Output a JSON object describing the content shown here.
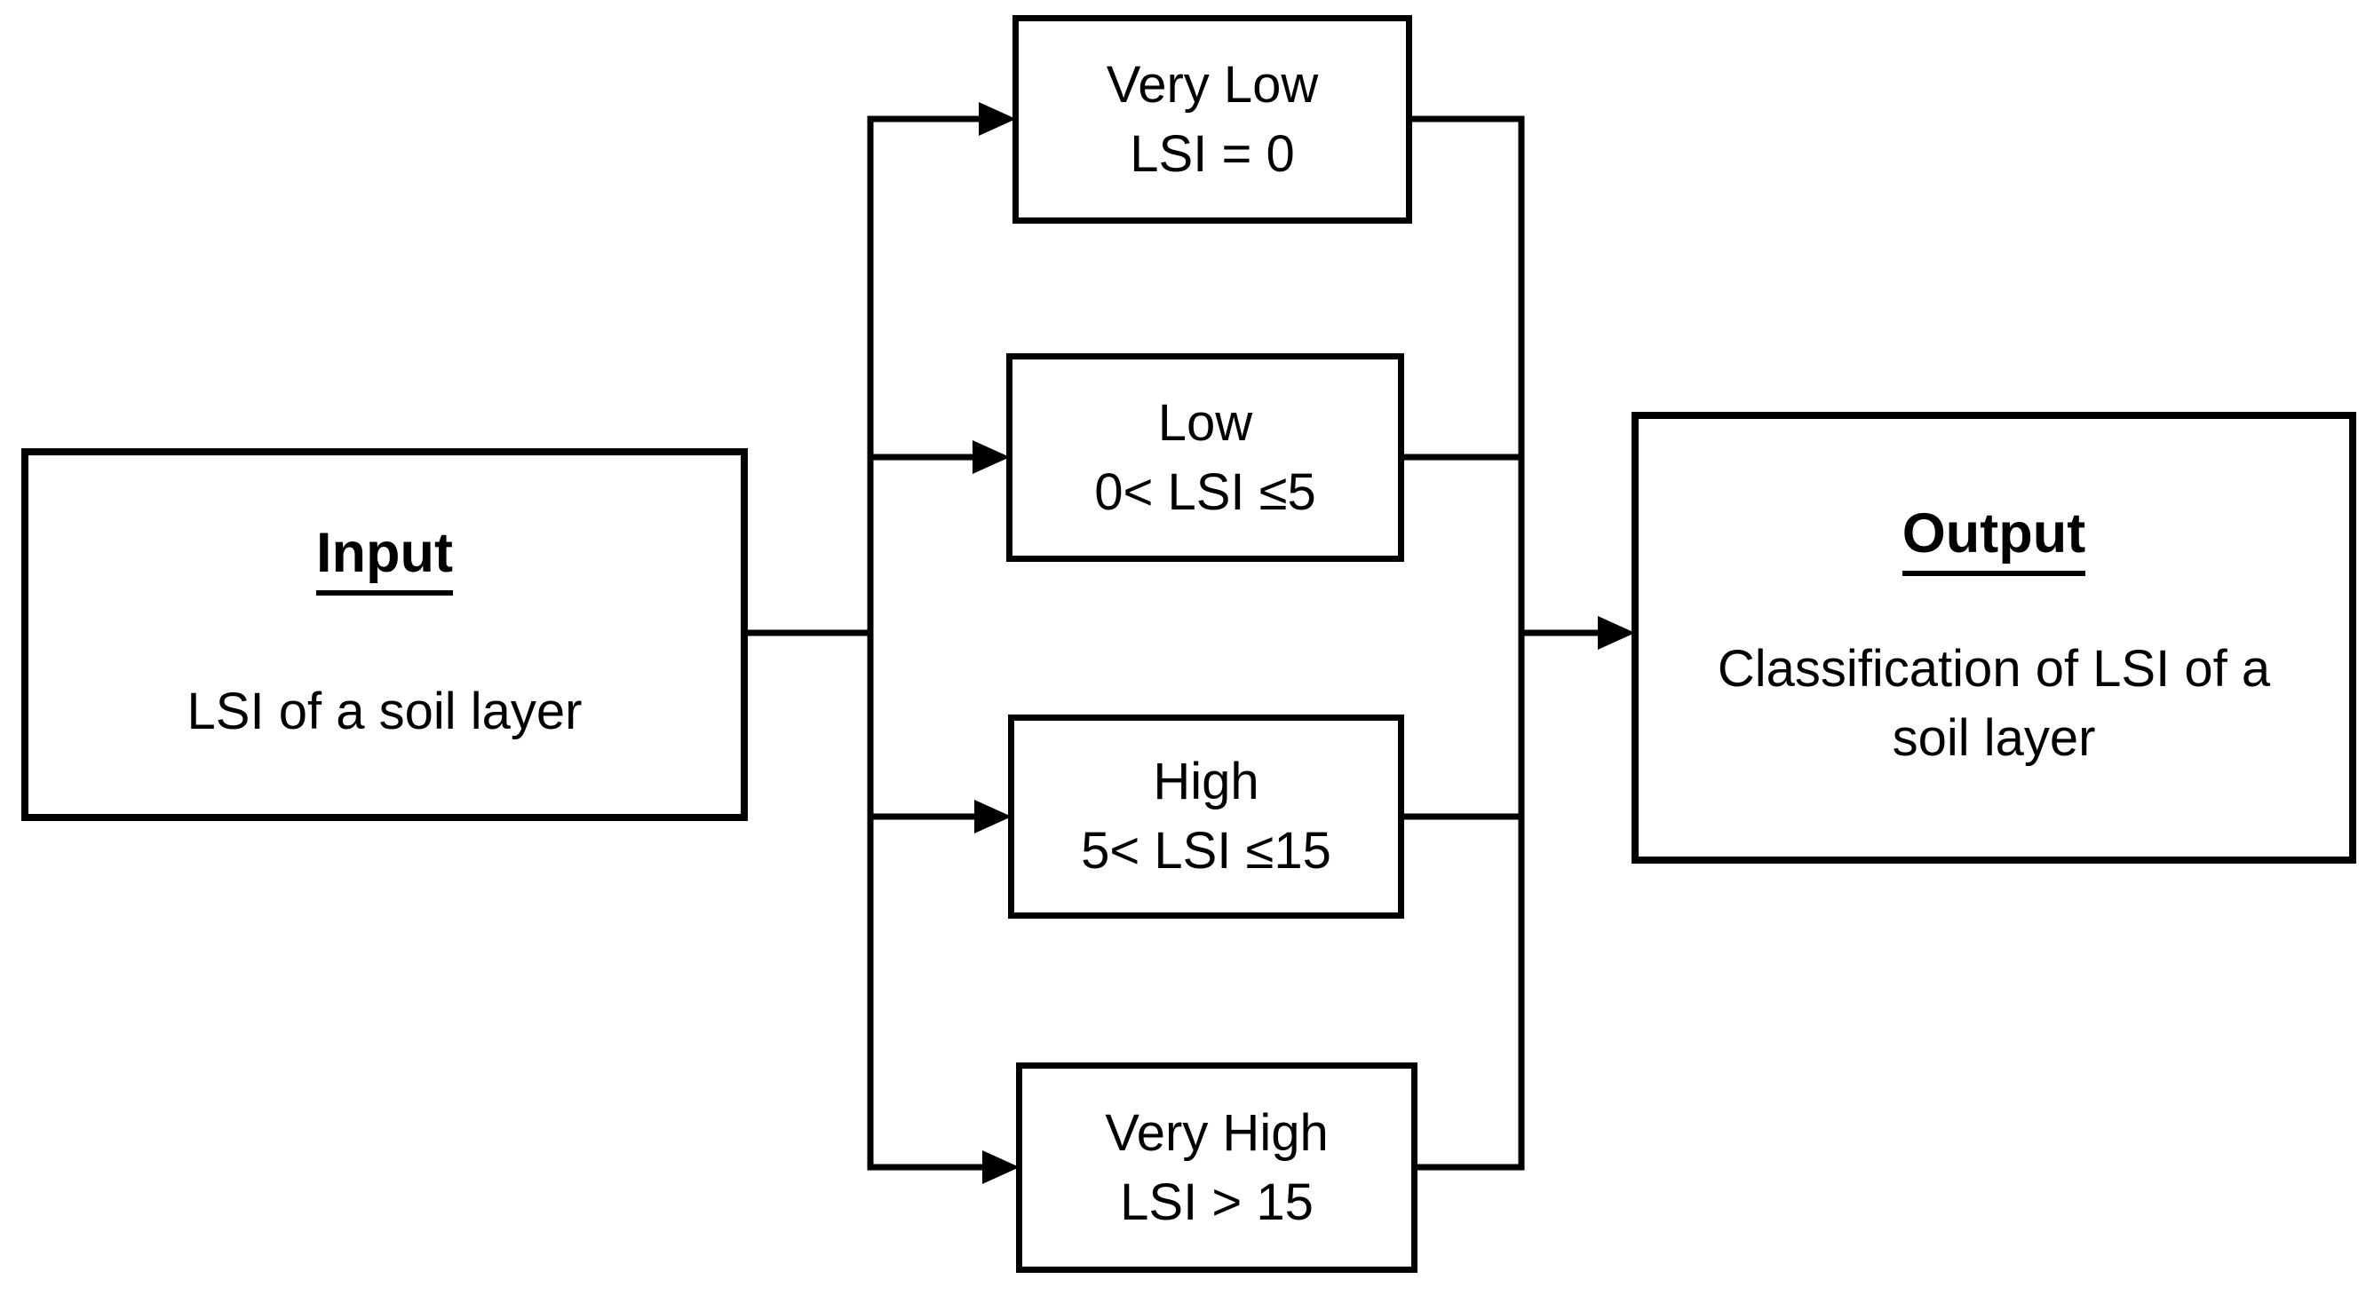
{
  "input_box": {
    "heading": "Input",
    "body": "LSI of a soil layer"
  },
  "category_boxes": [
    {
      "label": "Very Low",
      "condition": "LSI = 0"
    },
    {
      "label": "Low",
      "condition": "0< LSI ≤5"
    },
    {
      "label": "High",
      "condition": "5< LSI ≤15"
    },
    {
      "label": "Very High",
      "condition": "LSI > 15"
    }
  ],
  "output_box": {
    "heading": "Output",
    "body_lines": [
      "Classification of LSI of a",
      "soil layer"
    ]
  },
  "colors": {
    "line": "#000000",
    "box_border": "#000000",
    "box_fill": "#ffffff",
    "text": "#000000",
    "background": "#ffffff"
  }
}
